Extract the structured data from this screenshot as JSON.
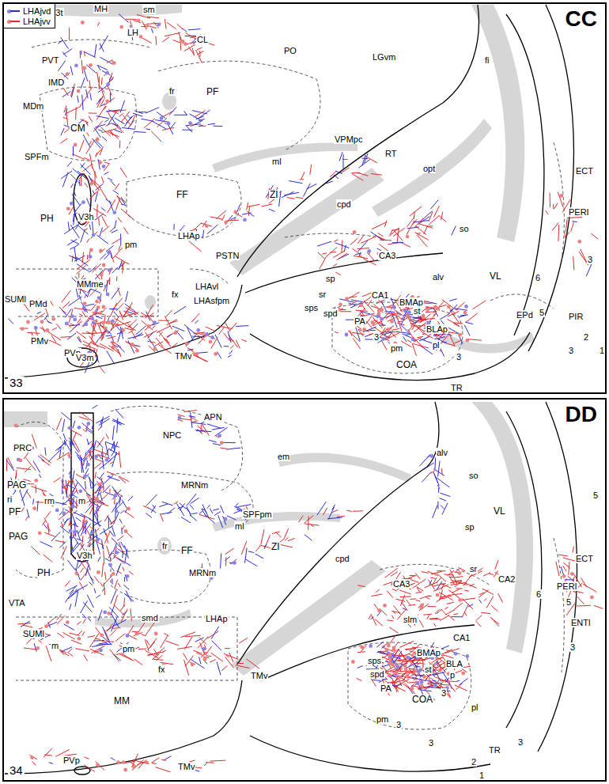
{
  "diagram": {
    "nodes": [
      {
        "text": [
          "CC",
          "33"
        ]
      },
      {
        "text": [
          "DD",
          "34"
        ]
      }
    ],
    "labels": [
      "V3t",
      "MH",
      "sm",
      "LH",
      "CL",
      "PO",
      "LGvm",
      "fi",
      "PVT",
      "IMD",
      "MDm",
      "fr",
      "PF",
      "CM",
      "VPMpc",
      "RT",
      "opt",
      "ml",
      "SPFm",
      "PH",
      "V3h",
      "FF",
      "ZI",
      "cpd",
      "LHAp",
      "ECT",
      "PERI",
      "3",
      "so",
      "pm",
      "PSTN",
      "CA3",
      "alv",
      "VL",
      "6",
      "SUMl",
      "sp",
      "sr",
      "CA1",
      "BMAp",
      "sps",
      "spd",
      "st",
      "5",
      "EPd",
      "PIR",
      "MMme",
      "LHAvl",
      "fx",
      "LHAsfpm",
      "PA",
      "BLAp",
      "PMd",
      "3",
      "2",
      "3",
      "1",
      "PMv",
      "PVp",
      "V3m",
      "TMv",
      "pm",
      "pl",
      "3",
      "COA",
      "TR",
      "APN",
      "NPC",
      "em",
      "PRC",
      "alv",
      "so",
      "PAG",
      "MRNm",
      "ri",
      "rm",
      "m",
      "PF",
      "SPFpm",
      "ml",
      "sp",
      "VL",
      "5",
      "PAG",
      "fr",
      "PH",
      "V3h",
      "FF",
      "ZI",
      "cpd",
      "ECT",
      "sr",
      "MRNm",
      "CA2",
      "PERI",
      "CA3",
      "6",
      "5",
      "VTA",
      "smd",
      "LHAp",
      "slm",
      "ENTl",
      "SUMl",
      "CA1",
      "m",
      "pm",
      "3",
      "BMAp",
      "sps",
      "BLA",
      "fx",
      "st",
      "spd",
      "p",
      "TMv",
      "PA",
      "3",
      "MM",
      "COA",
      "pl",
      "pm",
      "3",
      "3",
      "3",
      "TR",
      "2",
      "1",
      "PVp",
      "TMv"
    ],
    "legend": [
      {
        "text": "LHAjvd",
        "color": "#2b2bd6"
      },
      {
        "text": "LHAjvv",
        "color": "#e02828"
      }
    ]
  }
}
